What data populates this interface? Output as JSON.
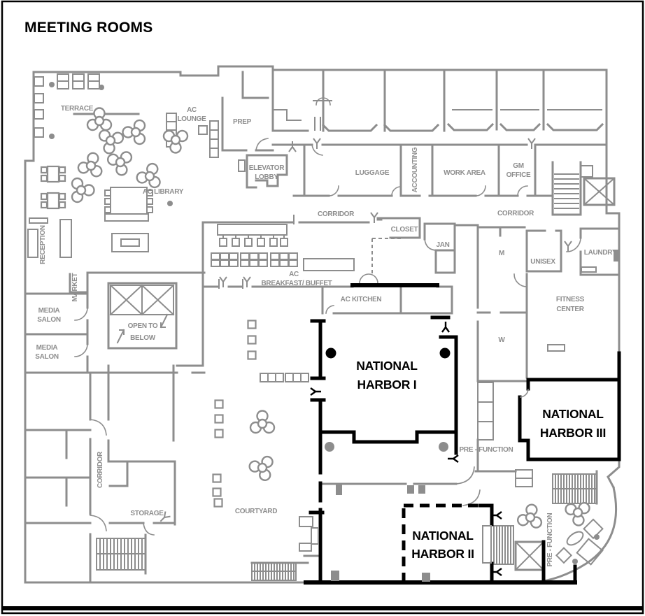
{
  "title": "MEETING ROOMS",
  "colors": {
    "wall_gray": "#8d8d8d",
    "wall_black": "#000000",
    "background": "#ffffff"
  },
  "rooms": {
    "terrace": "TERRACE",
    "ac_lounge": [
      "AC",
      "LOUNGE"
    ],
    "prep": "PREP",
    "elevator_lobby": [
      "ELEVATOR",
      "LOBBY"
    ],
    "luggage": "LUGGAGE",
    "accounting": "ACCOUNTING",
    "work_area": "WORK AREA",
    "gm_office": [
      "GM",
      "OFFICE"
    ],
    "corridor_top_left": "CORRIDOR",
    "corridor_top_right": "CORRIDOR",
    "closet": "CLOSET",
    "jan": "JAN",
    "ac_library": "AC LIBRARY",
    "reception": "RECEPTION",
    "market": "MARKET",
    "media_salon_1": [
      "MEDIA",
      "SALON"
    ],
    "media_salon_2": [
      "MEDIA",
      "SALON"
    ],
    "open_to_below": [
      "OPEN TO",
      "BELOW"
    ],
    "ac_breakfast": [
      "AC",
      "BREAKFAST/ BUFFET"
    ],
    "ac_kitchen": "AC KITCHEN",
    "mens": "M",
    "unisex": "UNISEX",
    "laundry": "LAUNDRY",
    "fitness_center": [
      "FITNESS",
      "CENTER"
    ],
    "womens": "W",
    "national_harbor_1": [
      "NATIONAL",
      "HARBOR I"
    ],
    "national_harbor_2": [
      "NATIONAL",
      "HARBOR II"
    ],
    "national_harbor_3": [
      "NATIONAL",
      "HARBOR III"
    ],
    "pre_function_east": "PRE - FUNCTION",
    "pre_function_south": "PRE - FUNCTION",
    "corridor_west": "CORRIDOR",
    "storage": "STORAGE",
    "courtyard": "COURTYARD"
  }
}
